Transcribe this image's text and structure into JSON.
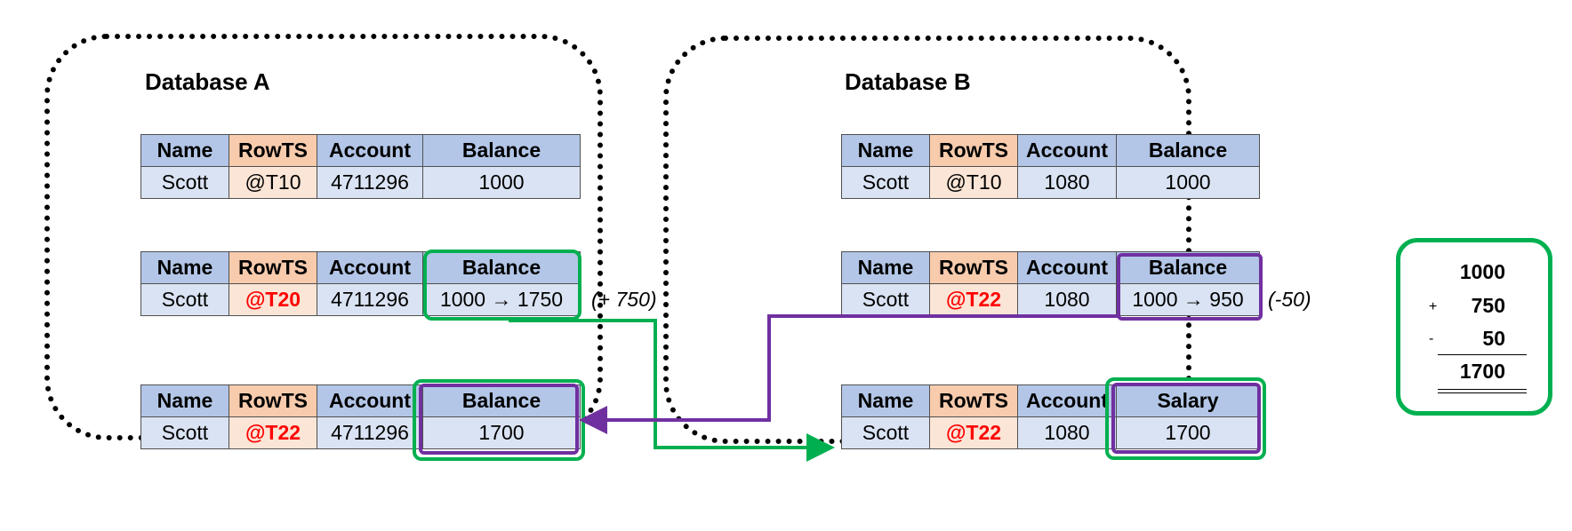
{
  "databases": [
    {
      "title": "Database A",
      "tables": [
        {
          "headers": [
            "Name",
            "RowTS",
            "Account",
            "Balance"
          ],
          "row": [
            "Scott",
            "@T10",
            "4711296",
            "1000"
          ]
        },
        {
          "headers": [
            "Name",
            "RowTS",
            "Account",
            "Balance"
          ],
          "row": [
            "Scott",
            "@T20",
            "4711296",
            "1000 → 1750"
          ]
        },
        {
          "headers": [
            "Name",
            "RowTS",
            "Account",
            "Balance"
          ],
          "row": [
            "Scott",
            "@T22",
            "4711296",
            "1700"
          ]
        }
      ],
      "change_note": "(+ 750)"
    },
    {
      "title": "Database B",
      "tables": [
        {
          "headers": [
            "Name",
            "RowTS",
            "Account",
            "Balance"
          ],
          "row": [
            "Scott",
            "@T10",
            "1080",
            "1000"
          ]
        },
        {
          "headers": [
            "Name",
            "RowTS",
            "Account",
            "Balance"
          ],
          "row": [
            "Scott",
            "@T22",
            "1080",
            "1000 → 950"
          ]
        },
        {
          "headers": [
            "Name",
            "RowTS",
            "Account",
            "Salary"
          ],
          "row": [
            "Scott",
            "@T22",
            "1080",
            "1700"
          ]
        }
      ],
      "change_note": "(-50)"
    }
  ],
  "summary": {
    "values": [
      "1000",
      "750",
      "50",
      "1700"
    ],
    "operators": [
      "+",
      "-"
    ]
  },
  "colors": {
    "green_highlight": "#00b050",
    "purple_highlight": "#7030a0",
    "header_blue": "#b3c6e7",
    "header_orange": "#f8cbad",
    "cell_blue": "#dae3f3",
    "cell_orange": "#fbe5d6",
    "changed_timestamp": "#ff0000"
  }
}
